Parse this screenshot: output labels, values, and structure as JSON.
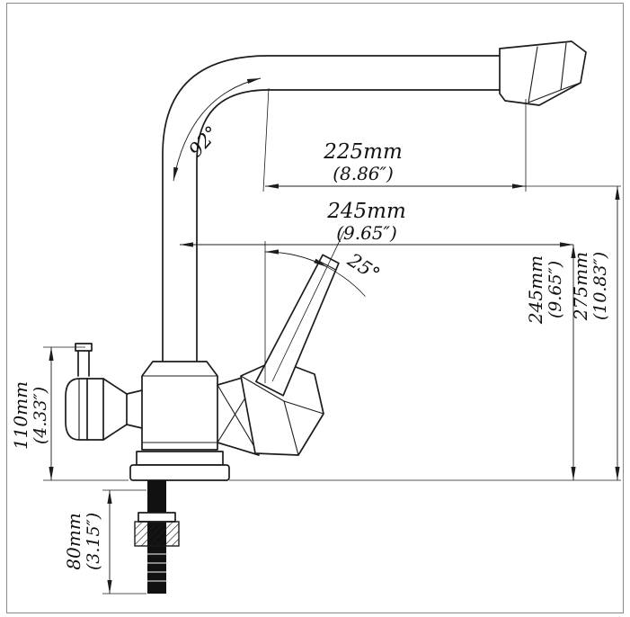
{
  "diagram": {
    "dimensions": {
      "spout_reach_upper": {
        "mm": "225mm",
        "inch": "(8.86″)"
      },
      "spout_reach_total": {
        "mm": "245mm",
        "inch": "(9.65″)"
      },
      "spout_height": {
        "mm": "245mm",
        "inch": "(9.65″)"
      },
      "overall_height": {
        "mm": "275mm",
        "inch": "(10.83″)"
      },
      "body_height": {
        "mm": "110mm",
        "inch": "(4.33″)"
      },
      "shank_length": {
        "mm": "80mm",
        "inch": "(3.15″)"
      }
    },
    "angles": {
      "spout_bend": "92°",
      "handle_tilt": "25°"
    },
    "colors": {
      "ink": "#1c1c1c",
      "background": "#ffffff"
    }
  }
}
